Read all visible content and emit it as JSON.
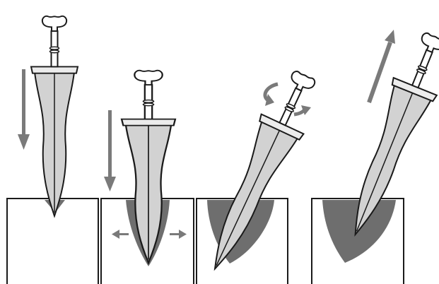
{
  "figure": {
    "panels": [
      {
        "step": 1,
        "action": "insert-downward",
        "motion_arrow": "down",
        "cut_present": true
      },
      {
        "step": 2,
        "action": "push-deeper-and-spread",
        "motion_arrow": "down",
        "side_arrows": [
          "left",
          "right"
        ],
        "cut_present": true
      },
      {
        "step": 3,
        "action": "twist-in-wound",
        "motion_arrow": "rotate",
        "cut_present": true
      },
      {
        "step": 4,
        "action": "withdraw",
        "motion_arrow": "up-right",
        "cut_present": true
      }
    ],
    "colors": {
      "background": "#ffffff",
      "outline": "#1a1a1a",
      "blade_fill": "#d2d2d2",
      "cut_region": "#6e6e6e",
      "arrow": "#7a7a7a"
    },
    "icons": [
      "dagger-icon",
      "down-arrow-icon",
      "left-arrow-icon",
      "right-arrow-icon",
      "rotation-arrow-icon",
      "up-right-arrow-icon"
    ]
  }
}
